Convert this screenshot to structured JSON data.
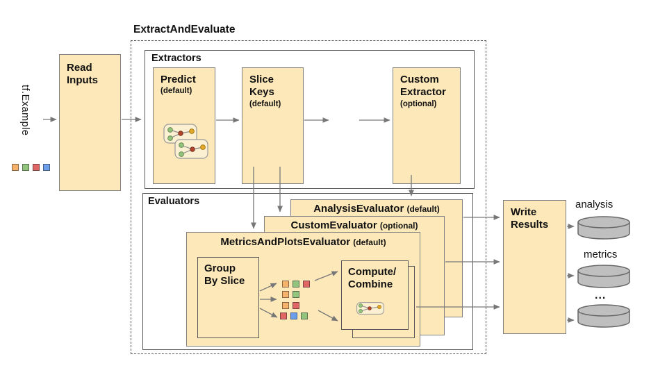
{
  "diagram": {
    "title": "ExtractAndEvaluate",
    "input": {
      "label": "tf.Example"
    },
    "read_inputs": {
      "label": "Read\nInputs"
    },
    "extractors": {
      "label": "Extractors",
      "predict": {
        "name": "Predict",
        "qualifier": "(default)"
      },
      "slice_keys": {
        "name": "Slice\nKeys",
        "qualifier": "(default)"
      },
      "ellipsis": "...",
      "custom_extractor": {
        "name": "Custom\nExtractor",
        "qualifier": "(optional)"
      }
    },
    "evaluators": {
      "label": "Evaluators",
      "analysis": {
        "name": "AnalysisEvaluator",
        "qualifier": "(default)"
      },
      "custom": {
        "name": "CustomEvaluator",
        "qualifier": "(optional)"
      },
      "metrics_plots": {
        "name": "MetricsAndPlotsEvaluator",
        "qualifier": "(default)"
      },
      "group_by_slice": {
        "label": "Group\nBy Slice"
      },
      "compute_combine": {
        "label": "Compute/\nCombine"
      }
    },
    "write_results": {
      "label": "Write\nResults"
    },
    "outputs": {
      "analysis_label": "analysis",
      "metrics_label": "metrics",
      "ellipsis": "..."
    },
    "palette": {
      "orange": "#F6B26B",
      "green": "#93C47D",
      "red": "#E06666",
      "blue": "#6D9EEB",
      "box_fill": "#FCE8B9",
      "icon_fill": "#FBF0D2",
      "cylinder_fill": "#BFBFBF",
      "line_color": "#777777"
    },
    "input_squares": [
      "orange",
      "green",
      "red",
      "blue"
    ],
    "slice_grid_rows": [
      [
        "orange",
        "green",
        "red"
      ],
      [
        "orange",
        "green"
      ],
      [
        "orange",
        "red"
      ],
      [
        "red",
        "blue",
        "green"
      ]
    ]
  }
}
